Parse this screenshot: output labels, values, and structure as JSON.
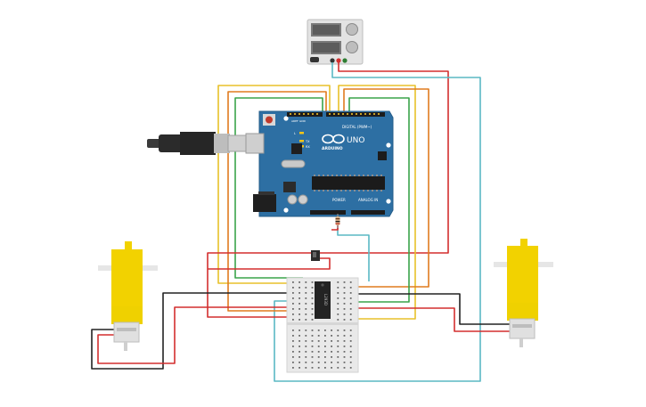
{
  "arduino": {
    "logo_text": "ARDUINO",
    "model": "UNO",
    "digital_label": "DIGITAL (PWM~)",
    "power_label": "POWER",
    "analog_label": "ANALOG IN",
    "aref_label": "AREF",
    "gnd_label": "GND",
    "tx_label": "TX",
    "rx_label": "RX",
    "on_label": "ON",
    "l_label": "L"
  },
  "driver_chip": {
    "label": "L293D"
  },
  "colors": {
    "board_blue": "#2d6fa3",
    "wire_red": "#d32f2f",
    "wire_orange": "#e07b1f",
    "wire_yellow": "#e8c12a",
    "wire_green": "#3aa34a",
    "wire_teal": "#5ab8c4",
    "wire_black": "#222222",
    "motor_yellow": "#f2d200",
    "breadboard": "#e9e9e9",
    "power_supply": "#e3e3e3"
  },
  "icons": {
    "usb": "usb-cable-icon",
    "power_jack": "dc-jack-icon",
    "reset": "reset-button-icon",
    "slide_switch": "slide-switch-icon"
  }
}
